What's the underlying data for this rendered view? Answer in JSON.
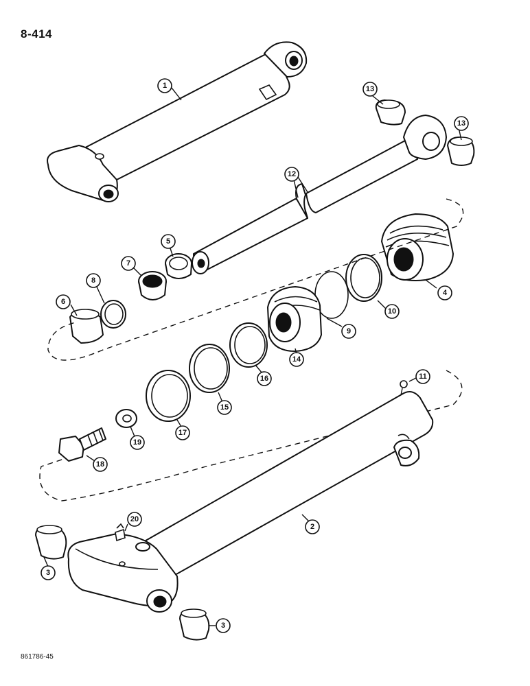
{
  "page_code": "8-414",
  "drawing_number": "861786-45",
  "callouts": [
    "1",
    "2",
    "3",
    "3",
    "4",
    "5",
    "6",
    "7",
    "8",
    "9",
    "10",
    "11",
    "12",
    "13",
    "13",
    "14",
    "15",
    "16",
    "17",
    "18",
    "19",
    "20"
  ]
}
